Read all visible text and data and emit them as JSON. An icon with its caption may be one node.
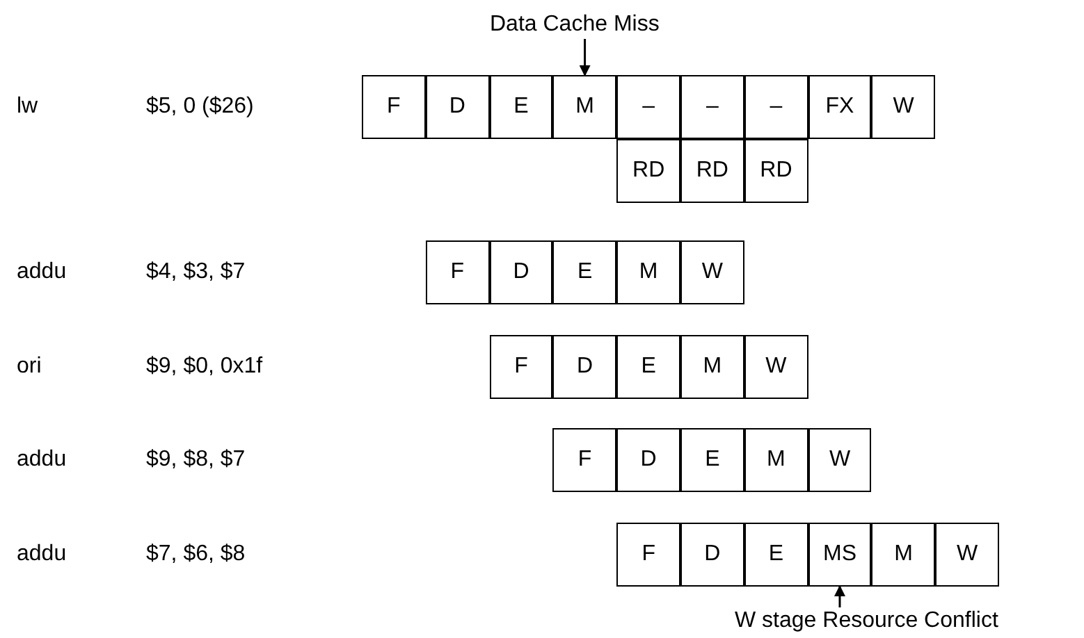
{
  "diagram": {
    "nodes": [
      {
        "text": [
          "Data Cache Miss"
        ]
      },
      {
        "text": [
          "F"
        ]
      },
      {
        "text": [
          "D"
        ]
      },
      {
        "text": [
          "E"
        ]
      },
      {
        "text": [
          "M"
        ]
      },
      {
        "text": [
          "–"
        ]
      },
      {
        "text": [
          "–"
        ]
      },
      {
        "text": [
          "–"
        ]
      },
      {
        "text": [
          "FX"
        ]
      },
      {
        "text": [
          "W"
        ]
      },
      {
        "text": [
          "RD"
        ]
      },
      {
        "text": [
          "RD"
        ]
      },
      {
        "text": [
          "RD"
        ]
      },
      {
        "text": [
          "F"
        ]
      },
      {
        "text": [
          "D"
        ]
      },
      {
        "text": [
          "E"
        ]
      },
      {
        "text": [
          "M"
        ]
      },
      {
        "text": [
          "W"
        ]
      },
      {
        "text": [
          "F"
        ]
      },
      {
        "text": [
          "D"
        ]
      },
      {
        "text": [
          "E"
        ]
      },
      {
        "text": [
          "M"
        ]
      },
      {
        "text": [
          "W"
        ]
      },
      {
        "text": [
          "F"
        ]
      },
      {
        "text": [
          "D"
        ]
      },
      {
        "text": [
          "E"
        ]
      },
      {
        "text": [
          "M"
        ]
      },
      {
        "text": [
          "W"
        ]
      },
      {
        "text": [
          "F"
        ]
      },
      {
        "text": [
          "D"
        ]
      },
      {
        "text": [
          "E"
        ]
      },
      {
        "text": [
          "MS"
        ]
      },
      {
        "text": [
          "M"
        ]
      },
      {
        "text": [
          "W"
        ]
      },
      {
        "text": [
          "W stage Resource Conflict"
        ]
      }
    ],
    "edges": [
      {
        "from": 0,
        "to": 4,
        "arrow": "to"
      },
      {
        "from": 34,
        "to": 31,
        "arrow": "to"
      }
    ],
    "labels": [
      "lw",
      "$5, 0 ($26)",
      "addu",
      "$4, $3, $7",
      "ori",
      "$9, $0, 0x1f",
      "addu",
      "$9, $8, $7",
      "addu",
      "$7, $6, $8"
    ]
  }
}
